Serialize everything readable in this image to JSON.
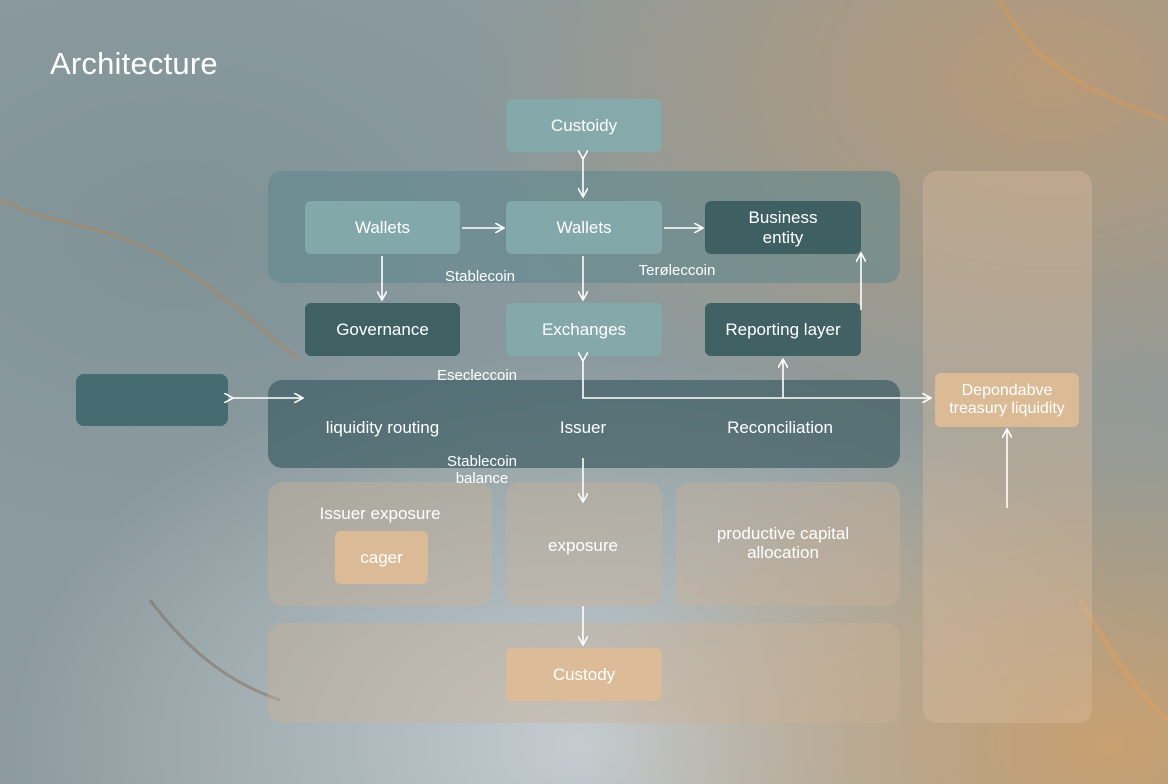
{
  "title": "Architecture",
  "nodes": {
    "custody_top": "Custoidy",
    "wallets_left": "Wallets",
    "wallets_mid": "Wallets",
    "business_entity": "Business entity",
    "governance": "Governance",
    "exchanges": "Exchanges",
    "reporting_layer": "Reporting layer",
    "cager": "cager",
    "custody_bottom": "Custody",
    "dependable": "Depondabve treasury liquidity"
  },
  "labels": {
    "stablecoin_top": "Stablecoin",
    "teroleccoin": "Terøleccoin",
    "esecleccoin": "Esecleccoin",
    "liquidity_routing": "liquidity routing",
    "issuer": "Issuer",
    "reconciliation": "Reconciliation",
    "stablecoin_balance": "Stablecoin balance",
    "issuer_exposure": "Issuer exposure",
    "exposure": "exposure",
    "productive_capital": "productive capital allocation"
  },
  "colors": {
    "arrow": "#ffffff",
    "teal_node": "#84aaac",
    "dark_node": "#3a5c60",
    "sand_node": "#debc96"
  }
}
